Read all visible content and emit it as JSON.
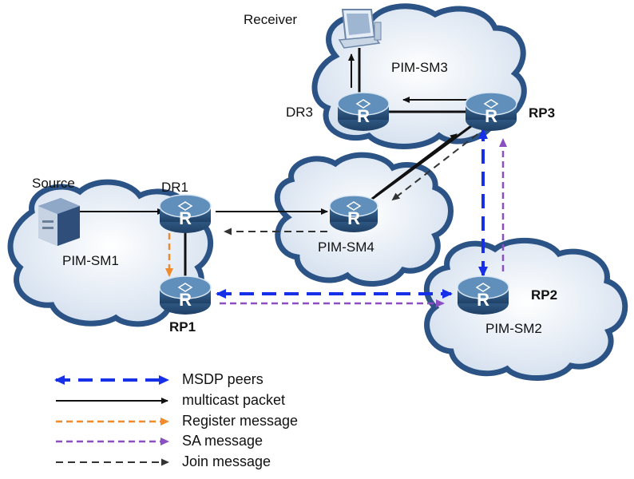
{
  "domains": {
    "pim_sm1": "PIM-SM1",
    "pim_sm2": "PIM-SM2",
    "pim_sm3": "PIM-SM3",
    "pim_sm4": "PIM-SM4"
  },
  "devices": {
    "source": "Source",
    "receiver": "Receiver",
    "dr1": "DR1",
    "dr3": "DR3",
    "rp1": "RP1",
    "rp2": "RP2",
    "rp3": "RP3",
    "router_glyph": "R"
  },
  "legend": {
    "msdp_peers": "MSDP peers",
    "multicast_packet": "multicast packet",
    "register_message": "Register message",
    "sa_message": "SA message",
    "join_message": "Join message"
  },
  "colors": {
    "msdp_peers": "#1530e6",
    "multicast_packet": "#111111",
    "register_message": "#f08a2a",
    "sa_message": "#8a4fc0",
    "join_message": "#333333",
    "cloud_fill": "#dfe8f3",
    "cloud_stroke": "#2c5386",
    "router_body": "#2f5d8a",
    "router_top": "#5f8fba"
  }
}
